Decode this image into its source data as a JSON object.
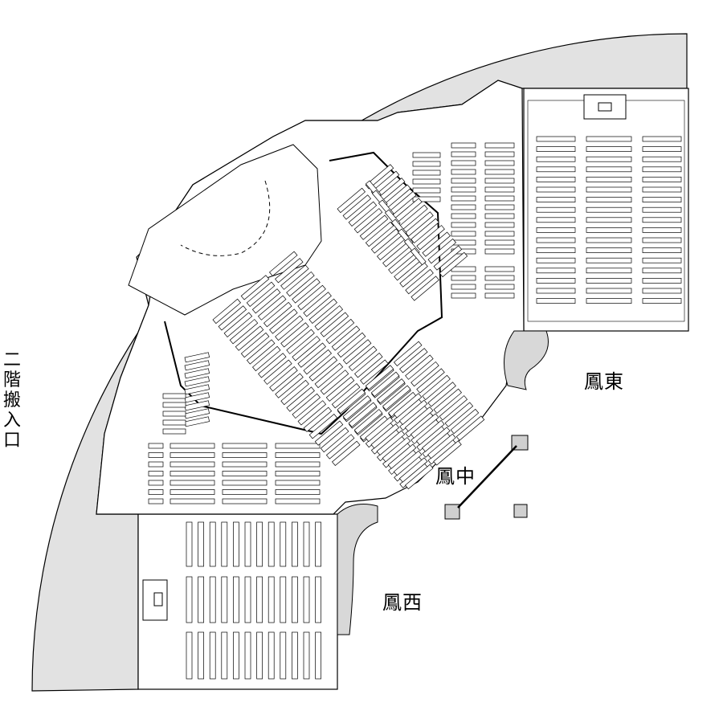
{
  "rooms": {
    "east": "鳳東",
    "center": "鳳中",
    "west": "鳳西"
  },
  "entrance": {
    "label": "二階搬入口",
    "chars": [
      "二",
      "階",
      "搬",
      "入",
      "口"
    ]
  },
  "colors": {
    "corridor": "#e2e2e2",
    "line": "#000000",
    "pillar": "#d0d0d0"
  }
}
